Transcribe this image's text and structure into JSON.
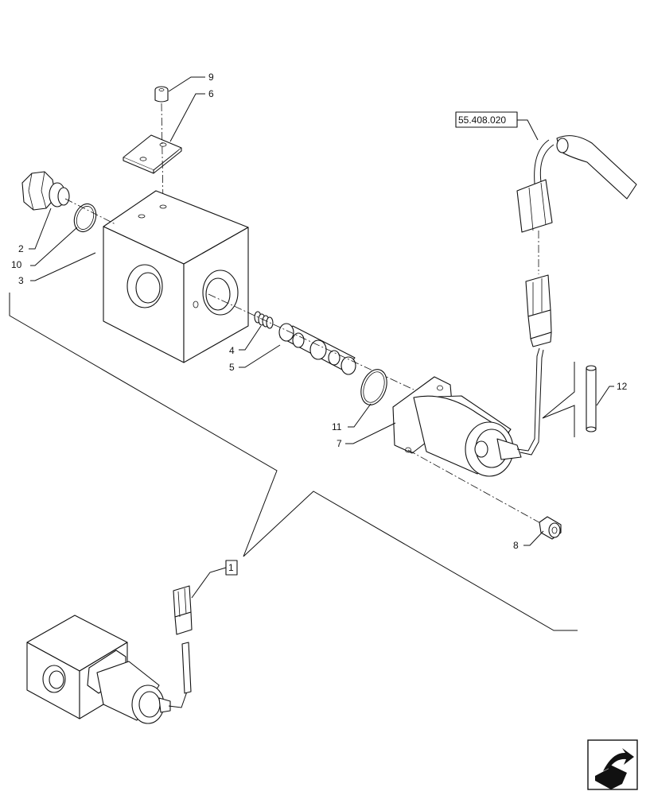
{
  "callouts": {
    "c1": "1",
    "c2": "2",
    "c3": "3",
    "c4": "4",
    "c5": "5",
    "c6": "6",
    "c7": "7",
    "c8": "8",
    "c9": "9",
    "c10": "10",
    "c11": "11",
    "c12": "12"
  },
  "reference": "55.408.020",
  "icons": {
    "nav": "next-page-arrow-icon"
  }
}
